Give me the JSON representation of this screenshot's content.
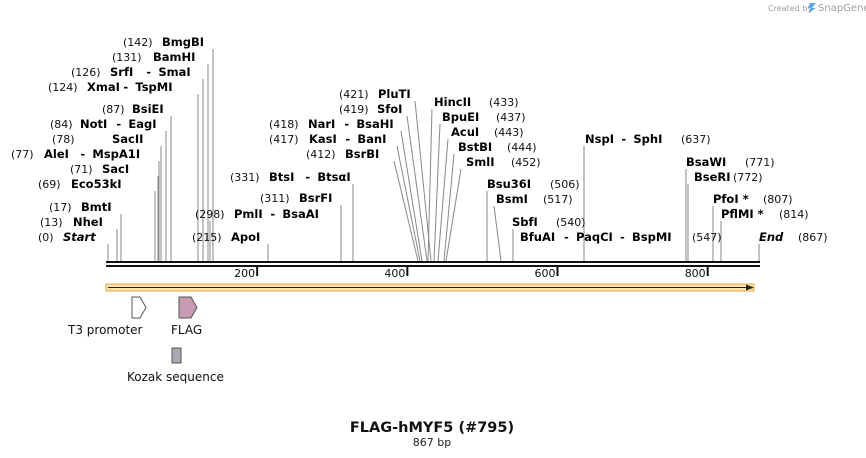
{
  "credit": {
    "prefix": "Created by",
    "brand": "SnapGene"
  },
  "title": "FLAG-hMYF5 (#795)",
  "length_label": "867 bp",
  "ruler": [
    "200",
    "400",
    "600",
    "800"
  ],
  "features": [
    {
      "label": "T3 promoter",
      "kind": "promoter-arrow",
      "color": "#ffffff"
    },
    {
      "label": "FLAG",
      "kind": "tag-arrow",
      "color": "#c89bb4"
    },
    {
      "label": "Kozak sequence",
      "kind": "box",
      "color": "#a9aab3"
    }
  ],
  "sites": [
    {
      "pos": "(142)",
      "names": [
        "BmgBI"
      ],
      "italic": false
    },
    {
      "pos": "(131)",
      "names": [
        "BamHI"
      ],
      "italic": false
    },
    {
      "pos": "(126)",
      "names": [
        "SrfI",
        "SmaI"
      ],
      "italic": false
    },
    {
      "pos": "(124)",
      "names": [
        "XmaI",
        "TspMI"
      ],
      "italic": false
    },
    {
      "pos": "(87)",
      "names": [
        "BsiEI"
      ],
      "italic": false
    },
    {
      "pos": "(84)",
      "names": [
        "NotI",
        "EagI"
      ],
      "italic": false
    },
    {
      "pos": "(78)",
      "names": [
        "SacII"
      ],
      "italic": false
    },
    {
      "pos": "(77)",
      "names": [
        "AleI",
        "MspA1I"
      ],
      "italic": false
    },
    {
      "pos": "(71)",
      "names": [
        "SacI"
      ],
      "italic": false
    },
    {
      "pos": "(69)",
      "names": [
        "Eco53kI"
      ],
      "italic": false
    },
    {
      "pos": "(17)",
      "names": [
        "BmtI"
      ],
      "italic": false
    },
    {
      "pos": "(13)",
      "names": [
        "NheI"
      ],
      "italic": false
    },
    {
      "pos": "(0)",
      "names": [
        "Start"
      ],
      "italic": true
    },
    {
      "pos": "(298)",
      "names": [
        "PmlI",
        "BsaAI"
      ],
      "italic": false
    },
    {
      "pos": "(215)",
      "names": [
        "ApoI"
      ],
      "italic": false
    },
    {
      "pos": "(331)",
      "names": [
        "BtsI",
        "BtsαI"
      ],
      "italic": false
    },
    {
      "pos": "(311)",
      "names": [
        "BsrFI"
      ],
      "italic": false
    },
    {
      "pos": "(421)",
      "names": [
        "PluTI"
      ],
      "italic": false
    },
    {
      "pos": "(419)",
      "names": [
        "SfoI"
      ],
      "italic": false
    },
    {
      "pos": "(418)",
      "names": [
        "NarI",
        "BsaHI"
      ],
      "italic": false
    },
    {
      "pos": "(417)",
      "names": [
        "KasI",
        "BanI"
      ],
      "italic": false
    },
    {
      "pos": "(412)",
      "names": [
        "BsrBI"
      ],
      "italic": false
    },
    {
      "pos": "(433)",
      "names": [
        "HincII"
      ],
      "italic": false
    },
    {
      "pos": "(437)",
      "names": [
        "BpuEI"
      ],
      "italic": false
    },
    {
      "pos": "(443)",
      "names": [
        "AcuI"
      ],
      "italic": false
    },
    {
      "pos": "(444)",
      "names": [
        "BstBI"
      ],
      "italic": false
    },
    {
      "pos": "(452)",
      "names": [
        "SmlI"
      ],
      "italic": false
    },
    {
      "pos": "(506)",
      "names": [
        "Bsu36I"
      ],
      "italic": false
    },
    {
      "pos": "(517)",
      "names": [
        "BsmI"
      ],
      "italic": false
    },
    {
      "pos": "(540)",
      "names": [
        "SbfI"
      ],
      "italic": false
    },
    {
      "pos": "(547)",
      "names": [
        "BfuAI",
        "PaqCI",
        "BspMI"
      ],
      "italic": false
    },
    {
      "pos": "(637)",
      "names": [
        "NspI",
        "SphI"
      ],
      "italic": false
    },
    {
      "pos": "(771)",
      "names": [
        "BsaWI"
      ],
      "italic": false
    },
    {
      "pos": "(772)",
      "names": [
        "BseRI"
      ],
      "italic": false
    },
    {
      "pos": "(807)",
      "names": [
        "PfoI *"
      ],
      "italic": false
    },
    {
      "pos": "(814)",
      "names": [
        "PflMI *"
      ],
      "italic": false
    },
    {
      "pos": "(867)",
      "names": [
        "End"
      ],
      "italic": true
    }
  ]
}
